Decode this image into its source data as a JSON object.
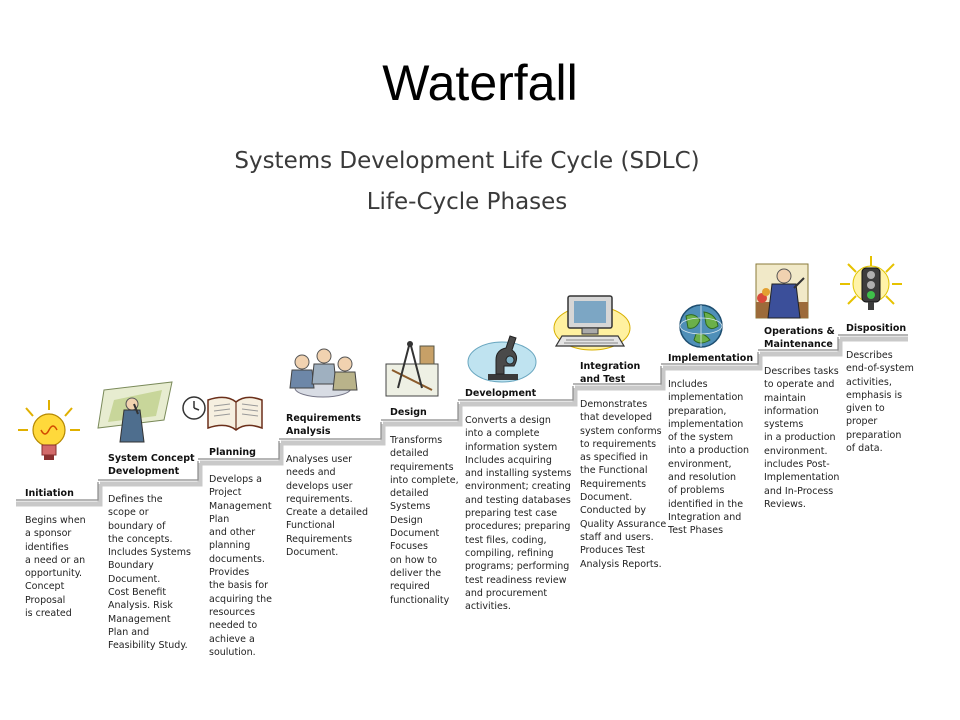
{
  "slide": {
    "title": "Waterfall"
  },
  "diagram": {
    "heading_line1": "Systems Development Life Cycle (SDLC)",
    "heading_line2": "Life-Cycle Phases",
    "phases": [
      {
        "title": "Initiation",
        "icon": "lightbulb-icon",
        "description": "Begins when\na sponsor\nidentifies\na need or an\nopportunity.\nConcept\nProposal\nis created"
      },
      {
        "title": "System Concept\nDevelopment",
        "icon": "thinking-person-icon",
        "description": "Defines the\nscope or\nboundary of\nthe concepts.\nIncludes Systems\nBoundary\nDocument.\nCost Benefit\nAnalysis. Risk\nManagement\nPlan and\nFeasibility Study."
      },
      {
        "title": "Planning",
        "icon": "book-and-clock-icon",
        "description": "Develops a\nProject\nManagement\nPlan\nand other\nplanning\ndocuments.\nProvides\nthe basis for\nacquiring the\nresources\nneeded to\nachieve a\nsoulution."
      },
      {
        "title": "Requirements\nAnalysis",
        "icon": "meeting-group-icon",
        "description": "Analyses user\nneeds and\ndevelops user\nrequirements.\nCreate a detailed\nFunctional\nRequirements\nDocument."
      },
      {
        "title": "Design",
        "icon": "drafting-tools-icon",
        "description": "Transforms\ndetailed\nrequirements\ninto complete,\ndetailed\nSystems\nDesign\nDocument\nFocuses\non how to\ndeliver the\nrequired\nfunctionality"
      },
      {
        "title": "Development",
        "icon": "microscope-icon",
        "description": "Converts a design\ninto a complete\ninformation system\nIncludes acquiring\nand installing systems\nenvironment; creating\nand testing databases\npreparing test case\nprocedures; preparing\ntest files, coding,\ncompiling, refining\nprograms; performing\ntest readiness review\nand procurement\nactivities."
      },
      {
        "title": "Integration\nand Test",
        "icon": "computer-icon",
        "description": "Demonstrates\nthat developed\nsystem conforms\nto requirements\nas specified in\nthe Functional\nRequirements\nDocument.\nConducted by\nQuality Assurance\nstaff and users.\nProduces Test\nAnalysis Reports."
      },
      {
        "title": "Implementation",
        "icon": "globe-icon",
        "description": "Includes\nimplementation\npreparation,\nimplementation\nof the system\ninto a production\nenvironment,\nand resolution\nof problems\nidentified in the\nIntegration and\nTest Phases"
      },
      {
        "title": "Operations &\nMaintenance",
        "icon": "worker-icon",
        "description": "Describes tasks\nto operate and\nmaintain\ninformation\nsystems\nin a production\nenvironment.\nincludes Post-\nImplementation\nand In-Process\nReviews."
      },
      {
        "title": "Disposition",
        "icon": "traffic-light-icon",
        "description": "Describes\nend-of-system\nactivities,\nemphasis is\ngiven to\nproper\npreparation\nof data."
      }
    ]
  }
}
